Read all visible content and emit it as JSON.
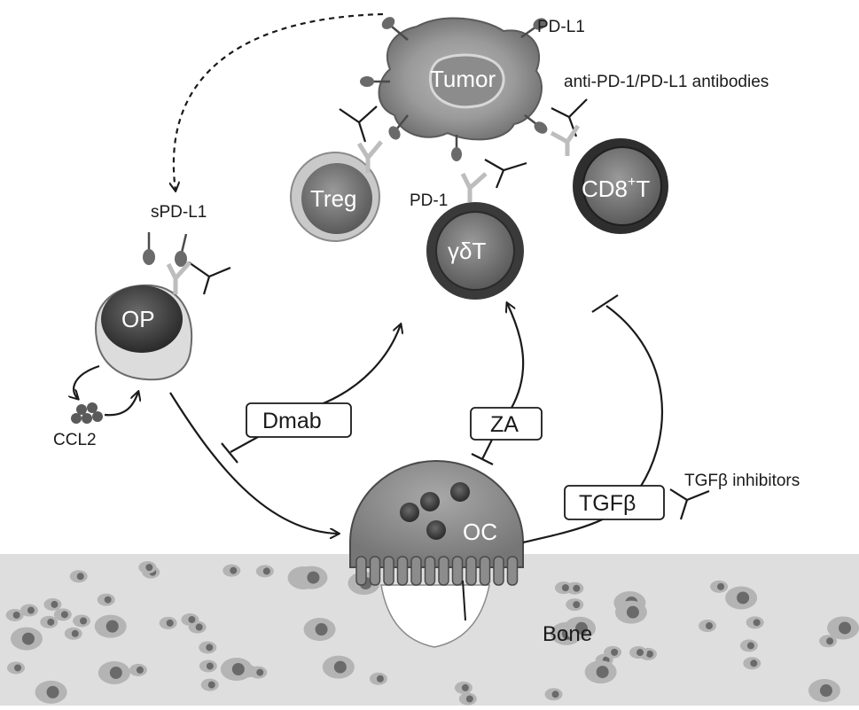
{
  "labels": {
    "tumor": "Tumor",
    "pd_l1": "PD-L1",
    "anti_antibodies": "anti-PD-1/PD-L1 antibodies",
    "treg": "Treg",
    "cd8_main": "CD8",
    "cd8_sup": "+",
    "cd8_suffix": "T",
    "pd_1": "PD-1",
    "gdt": "γδT",
    "spd_l1": "sPD-L1",
    "op": "OP",
    "ccl2": "CCL2",
    "dmab": "Dmab",
    "za": "ZA",
    "tgfb": "TGFβ",
    "tgfb_inhibitors": "TGFβ inhibitors",
    "oc": "OC",
    "bone": "Bone"
  },
  "colors": {
    "cell_dark": "#3a3a3a",
    "cell_mid": "#7a7a7a",
    "cell_light": "#c8c8c8",
    "receptor_light": "#bdbdbd",
    "antibody": "#2e2e2e",
    "bone_bg": "#dedede"
  }
}
